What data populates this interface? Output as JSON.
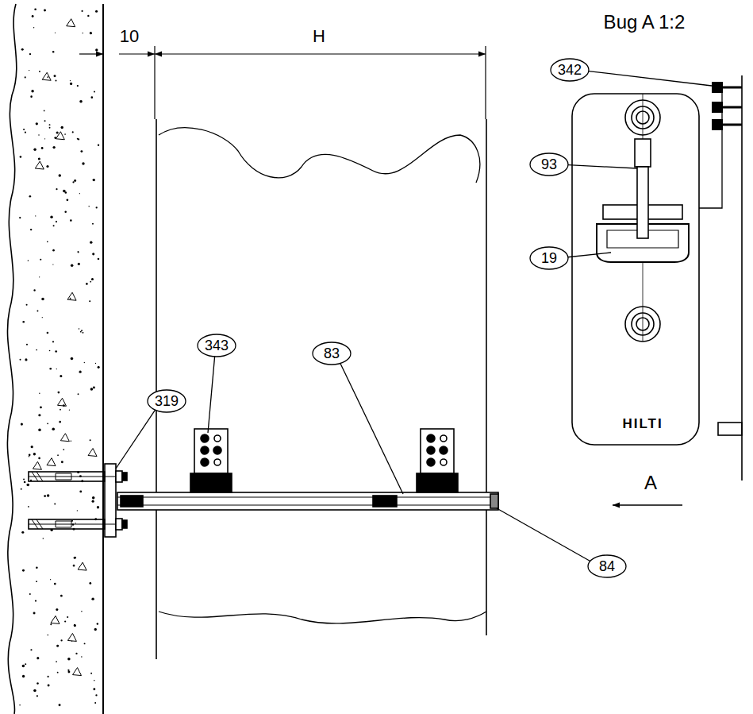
{
  "diagram": {
    "title": "Bug A 1:2",
    "labels": [
      "10",
      "H",
      "342",
      "93",
      "19",
      "343",
      "83",
      "319",
      "A",
      "84",
      "HILTI"
    ]
  }
}
